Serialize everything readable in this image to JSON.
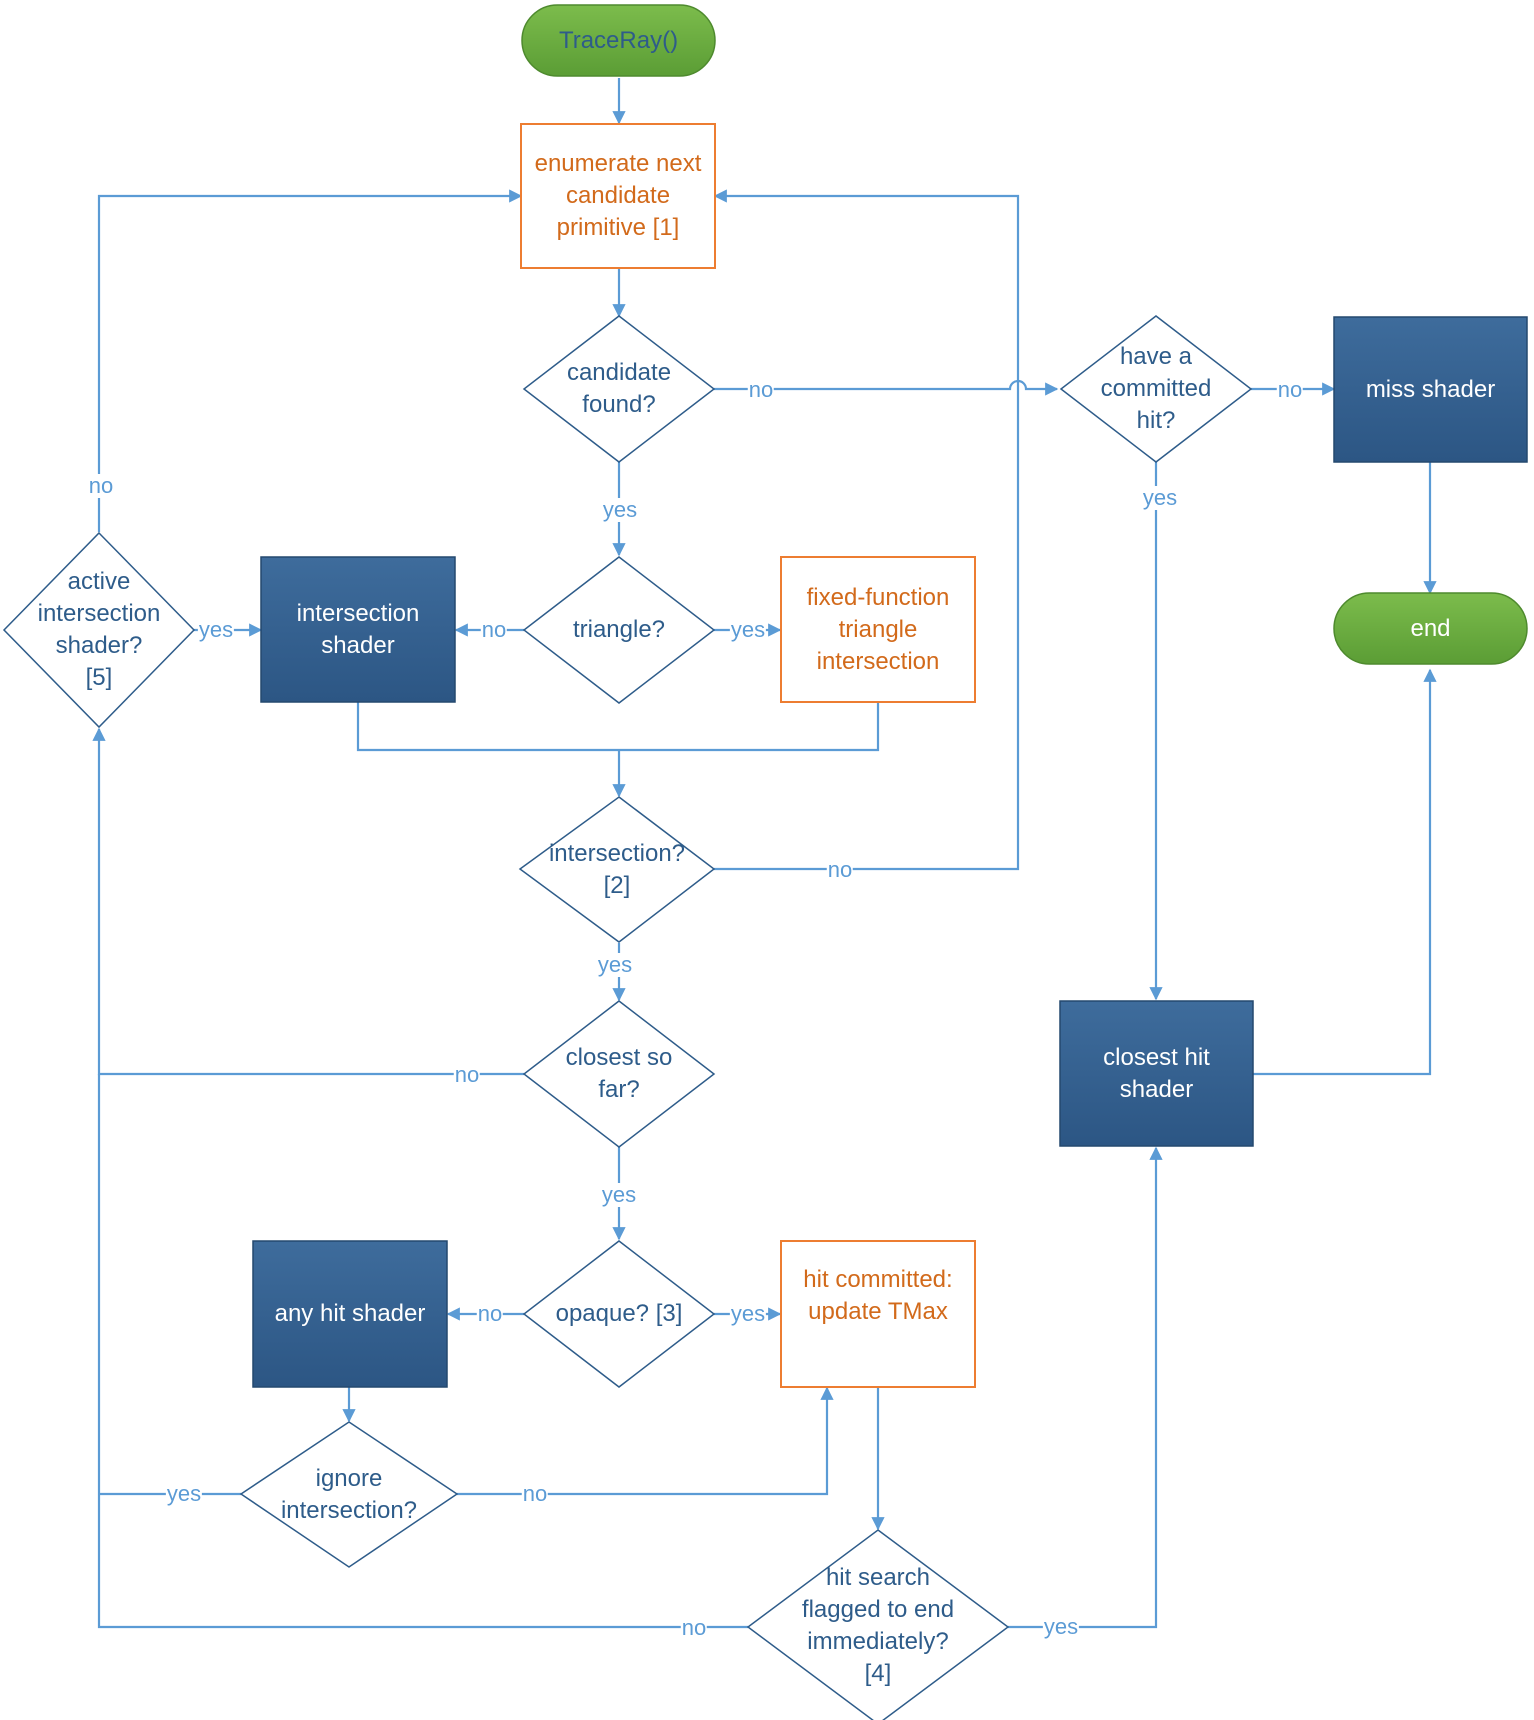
{
  "nodes": {
    "traceray": "TraceRay()",
    "enumerate": "enumerate next\ncandidate\nprimitive [1]",
    "candidate_found": "candidate\nfound?",
    "have_committed": "have a\ncommitted\nhit?",
    "miss_shader": "miss shader",
    "end": "end",
    "active_intersection": "active\nintersection\nshader?\n[5]",
    "intersection_shader": "intersection\nshader",
    "triangle": "triangle?",
    "fixed_function": "fixed-function\ntriangle\nintersection",
    "intersection_q": "intersection?\n[2]",
    "closest_so_far": "closest so\nfar?",
    "closest_hit_shader": "closest hit\nshader",
    "any_hit_shader": "any hit shader",
    "opaque": "opaque? [3]",
    "hit_committed": "hit committed:\nupdate TMax",
    "ignore": "ignore\nintersection?",
    "hit_search": "hit search\nflagged to end\nimmediately?\n[4]"
  },
  "edges": {
    "candidate_no": "no",
    "committed_no": "no",
    "committed_yes": "yes",
    "candidate_yes": "yes",
    "active_no": "no",
    "active_yes": "yes",
    "triangle_no": "no",
    "triangle_yes": "yes",
    "intersection_no": "no",
    "intersection_yes": "yes",
    "closest_no": "no",
    "closest_yes": "yes",
    "opaque_no": "no",
    "opaque_yes": "yes",
    "ignore_yes": "yes",
    "ignore_no": "no",
    "hitsearch_no": "no",
    "hitsearch_yes": "yes"
  },
  "colors": {
    "line": "#5b9bd5",
    "shader_fill": "#2e5a8a",
    "terminal_fill": "#6aaa3e",
    "process_border": "#ed7d31",
    "process_text": "#d26a1b",
    "decision_text": "#2e5c8a"
  }
}
